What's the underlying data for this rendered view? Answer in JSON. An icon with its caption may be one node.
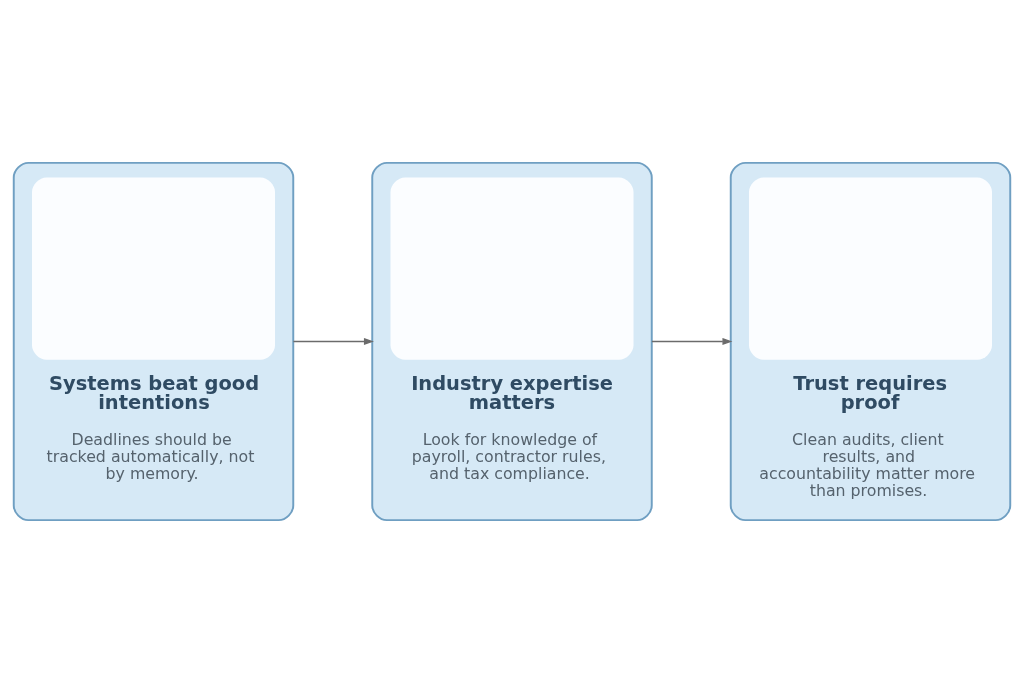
{
  "diagram": {
    "nodes": [
      {
        "text": [
          "Systems beat good intentions",
          "Deadlines should be tracked automatically, not by memory."
        ]
      },
      {
        "text": [
          "Industry expertise matters",
          "Look for knowledge of payroll, contractor rules, and tax compliance."
        ]
      },
      {
        "text": [
          "Trust requires proof",
          "Clean audits, client results, and accountability matter more than promises."
        ]
      }
    ],
    "edges": [
      {
        "from": 0,
        "to": 1,
        "arrow": "to"
      },
      {
        "from": 1,
        "to": 2,
        "arrow": "to"
      }
    ]
  }
}
